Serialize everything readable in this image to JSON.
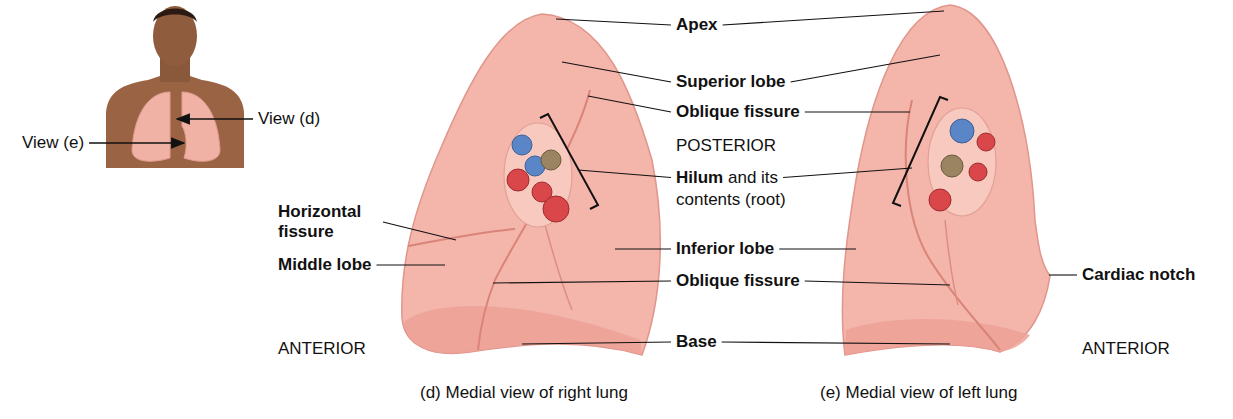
{
  "diagram": {
    "labels": [
      "View (d)",
      "View (e)",
      "Apex",
      "Superior lobe",
      "Oblique fissure",
      "POSTERIOR",
      "Hilum",
      "and its contents (root)",
      "Horizontal fissure",
      "Inferior lobe",
      "Middle lobe",
      "Cardiac notch",
      "Oblique fissure",
      "Base",
      "ANTERIOR",
      "ANTERIOR",
      "(d) Medial view of right lung",
      "(e) Medial view of left lung"
    ]
  }
}
